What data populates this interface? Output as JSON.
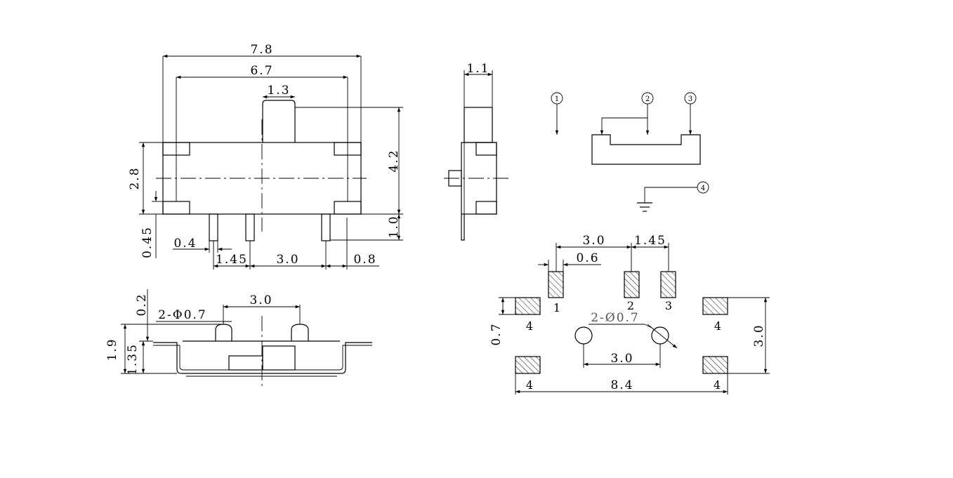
{
  "top_view": {
    "dims": {
      "overall_width": "7.8",
      "body_width": "6.7",
      "actuator_width": "1.3",
      "overall_height": "4.2",
      "body_height": "2.8",
      "pin_length": "1.0",
      "pin_offset": "0.45",
      "pin_width": "0.4",
      "pin_pitch_a": "1.45",
      "pin_pitch_b": "3.0",
      "edge_offset": "0.8"
    }
  },
  "side_view": {
    "dims": {
      "actuator_width": "1.1"
    }
  },
  "schematic": {
    "terminals": [
      "1",
      "2",
      "3",
      "4"
    ]
  },
  "front_view": {
    "dims": {
      "post_spacing": "3.0",
      "post_diameter": "2-Φ0.7",
      "post_offset": "0.2",
      "total_height": "1.9",
      "body_height": "1.35"
    }
  },
  "pcb_layout": {
    "dims": {
      "pad_pitch_a": "3.0",
      "pad_pitch_b": "1.45",
      "pad_width": "0.6",
      "hole_diameter": "2-Ø0.7",
      "hole_spacing": "3.0",
      "anchor_height": "0.7",
      "anchor_span_y": "3.0",
      "anchor_span_x": "8.4"
    },
    "pad_labels": [
      "1",
      "2",
      "3"
    ],
    "anchor_label": "4"
  }
}
